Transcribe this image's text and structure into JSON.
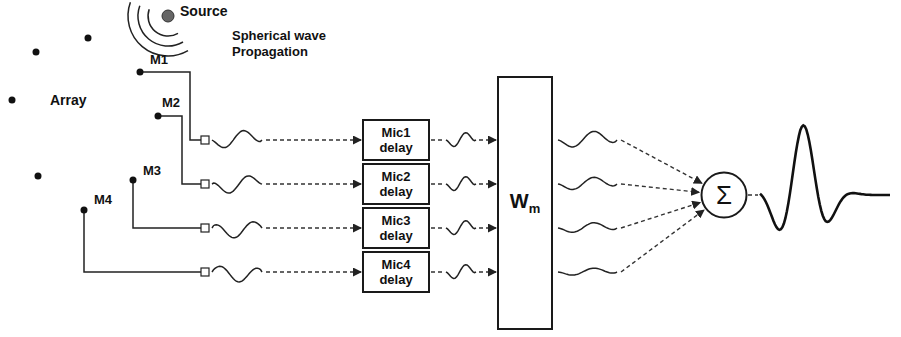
{
  "diagram": {
    "nodes": [
      {
        "text": [
          "Mic1 delay"
        ]
      },
      {
        "text": [
          "Mic2 delay"
        ]
      },
      {
        "text": [
          "Mic3 delay"
        ]
      },
      {
        "text": [
          "Mic4 delay"
        ]
      },
      {
        "text": [
          "W",
          "m"
        ]
      },
      {
        "text": [
          "Σ"
        ]
      }
    ],
    "edges": [
      {
        "from": 0,
        "to": 4,
        "arrow": "to"
      },
      {
        "from": 1,
        "to": 4,
        "arrow": "to"
      },
      {
        "from": 2,
        "to": 4,
        "arrow": "to"
      },
      {
        "from": 3,
        "to": 4,
        "arrow": "to"
      },
      {
        "from": 4,
        "to": 5,
        "arrow": "to"
      },
      {
        "from": 4,
        "to": 5,
        "arrow": "to"
      },
      {
        "from": 4,
        "to": 5,
        "arrow": "to"
      },
      {
        "from": 4,
        "to": 5,
        "arrow": "to"
      }
    ],
    "labels": [
      "Source",
      "Spherical wave Propagation",
      "Array",
      "M1",
      "M2",
      "M3",
      "M4"
    ]
  }
}
